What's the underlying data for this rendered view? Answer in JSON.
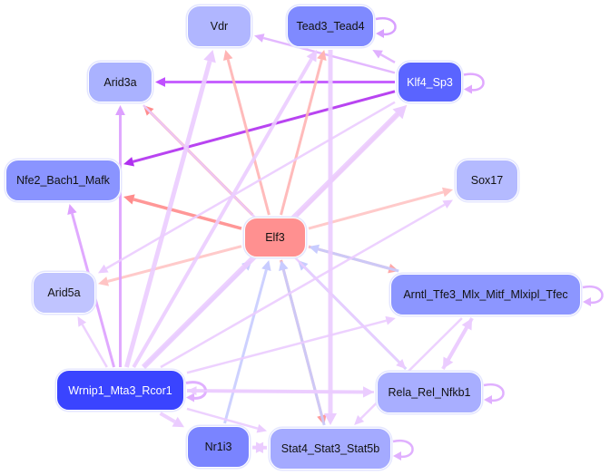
{
  "nodes": [
    {
      "id": "vdr",
      "label": "Vdr",
      "color": "#b0b6ff",
      "text": "#111111"
    },
    {
      "id": "tead",
      "label": "Tead3_Tead4",
      "color": "#7f8aff",
      "text": "#111111"
    },
    {
      "id": "klf4",
      "label": "Klf4_Sp3",
      "color": "#5a64ff",
      "text": "#ffffff"
    },
    {
      "id": "arid3a",
      "label": "Arid3a",
      "color": "#aab2ff",
      "text": "#111111"
    },
    {
      "id": "nfe2",
      "label": "Nfe2_Bach1_Mafk",
      "color": "#8a94ff",
      "text": "#111111"
    },
    {
      "id": "sox17",
      "label": "Sox17",
      "color": "#b4baff",
      "text": "#111111"
    },
    {
      "id": "elf3",
      "label": "Elf3",
      "color": "#ff9090",
      "text": "#111111"
    },
    {
      "id": "arid5a",
      "label": "Arid5a",
      "color": "#c0c4ff",
      "text": "#111111"
    },
    {
      "id": "arntl",
      "label": "Arntl_Tfe3_Mlx_Mitf_Mlxipl_Tfec",
      "color": "#8c96ff",
      "text": "#111111"
    },
    {
      "id": "wrnip1",
      "label": "Wrnip1_Mta3_Rcor1",
      "color": "#3a44ff",
      "text": "#ffffff"
    },
    {
      "id": "rela",
      "label": "Rela_Rel_Nfkb1",
      "color": "#a8aeff",
      "text": "#111111"
    },
    {
      "id": "nr1i3",
      "label": "Nr1i3",
      "color": "#7a84ff",
      "text": "#111111"
    },
    {
      "id": "stat4",
      "label": "Stat4_Stat3_Stat5b",
      "color": "#a4aaff",
      "text": "#111111"
    }
  ],
  "edges": [
    {
      "from": "klf4",
      "to": "arid3a",
      "color": "#c050ff",
      "weight": 3
    },
    {
      "from": "klf4",
      "to": "nfe2",
      "color": "#b030f0",
      "weight": 3
    },
    {
      "from": "klf4",
      "to": "vdr",
      "color": "#e0b0ff",
      "weight": 2.5
    },
    {
      "from": "klf4",
      "to": "tead",
      "color": "#e0b0ff",
      "weight": 2.5
    },
    {
      "from": "klf4",
      "to": "klf4",
      "color": "#e0a8ff",
      "weight": 2.5
    },
    {
      "from": "tead",
      "to": "tead",
      "color": "#d8a0ff",
      "weight": 2.5
    },
    {
      "from": "elf3",
      "to": "vdr",
      "color": "#ffb4b4",
      "weight": 3
    },
    {
      "from": "elf3",
      "to": "tead",
      "color": "#ffb4b4",
      "weight": 3
    },
    {
      "from": "elf3",
      "to": "klf4",
      "color": "#ffc0c0",
      "weight": 3
    },
    {
      "from": "elf3",
      "to": "arid3a",
      "color": "#ff8c8c",
      "weight": 3
    },
    {
      "from": "elf3",
      "to": "nfe2",
      "color": "#ff8c8c",
      "weight": 3.5
    },
    {
      "from": "elf3",
      "to": "sox17",
      "color": "#ffc4c4",
      "weight": 3
    },
    {
      "from": "elf3",
      "to": "arid5a",
      "color": "#ffc4c4",
      "weight": 3
    },
    {
      "from": "elf3",
      "to": "arntl",
      "color": "#ffa8a8",
      "weight": 3
    },
    {
      "from": "elf3",
      "to": "stat4",
      "color": "#ff9c9c",
      "weight": 3
    },
    {
      "from": "arntl",
      "to": "elf3",
      "color": "#c8ccff",
      "weight": 3
    },
    {
      "from": "rela",
      "to": "elf3",
      "color": "#c8ccff",
      "weight": 3
    },
    {
      "from": "wrnip1",
      "to": "elf3",
      "color": "#c8ccff",
      "weight": 3
    },
    {
      "from": "nr1i3",
      "to": "elf3",
      "color": "#c8ccff",
      "weight": 3
    },
    {
      "from": "stat4",
      "to": "elf3",
      "color": "#c8ccff",
      "weight": 3
    },
    {
      "from": "wrnip1",
      "to": "vdr",
      "color": "#ebccff",
      "weight": 5
    },
    {
      "from": "wrnip1",
      "to": "tead",
      "color": "#ebccff",
      "weight": 4
    },
    {
      "from": "wrnip1",
      "to": "klf4",
      "color": "#ebccff",
      "weight": 6
    },
    {
      "from": "wrnip1",
      "to": "arid3a",
      "color": "#dda0ff",
      "weight": 3
    },
    {
      "from": "wrnip1",
      "to": "nfe2",
      "color": "#dda0ff",
      "weight": 3
    },
    {
      "from": "wrnip1",
      "to": "arid5a",
      "color": "#ebccff",
      "weight": 2.5
    },
    {
      "from": "wrnip1",
      "to": "sox17",
      "color": "#ebccff",
      "weight": 2.5
    },
    {
      "from": "wrnip1",
      "to": "arntl",
      "color": "#ebccff",
      "weight": 2.5
    },
    {
      "from": "wrnip1",
      "to": "rela",
      "color": "#ebccff",
      "weight": 4
    },
    {
      "from": "wrnip1",
      "to": "nr1i3",
      "color": "#ebccff",
      "weight": 4
    },
    {
      "from": "wrnip1",
      "to": "stat4",
      "color": "#ebccff",
      "weight": 2.5
    },
    {
      "from": "wrnip1",
      "to": "wrnip1",
      "color": "#e0b0ff",
      "weight": 3
    },
    {
      "from": "tead",
      "to": "stat4",
      "color": "#ebccff",
      "weight": 5
    },
    {
      "from": "arid3a",
      "to": "rela",
      "color": "#ebccff",
      "weight": 2.5
    },
    {
      "from": "arntl",
      "to": "rela",
      "color": "#ebccff",
      "weight": 4
    },
    {
      "from": "rela",
      "to": "arntl",
      "color": "#ebccff",
      "weight": 4
    },
    {
      "from": "arntl",
      "to": "stat4",
      "color": "#ebccff",
      "weight": 2.5
    },
    {
      "from": "rela",
      "to": "wrnip1",
      "color": "#ebccff",
      "weight": 2.5
    },
    {
      "from": "nr1i3",
      "to": "stat4",
      "color": "#ebccff",
      "weight": 4
    },
    {
      "from": "stat4",
      "to": "nr1i3",
      "color": "#ebccff",
      "weight": 4
    },
    {
      "from": "klf4",
      "to": "arid5a",
      "color": "#ebccff",
      "weight": 2.5
    },
    {
      "from": "rela",
      "to": "rela",
      "color": "#e0b0ff",
      "weight": 2.5
    },
    {
      "from": "arntl",
      "to": "arntl",
      "color": "#e0b0ff",
      "weight": 2.5
    },
    {
      "from": "stat4",
      "to": "stat4",
      "color": "#e0b0ff",
      "weight": 2.5
    }
  ]
}
